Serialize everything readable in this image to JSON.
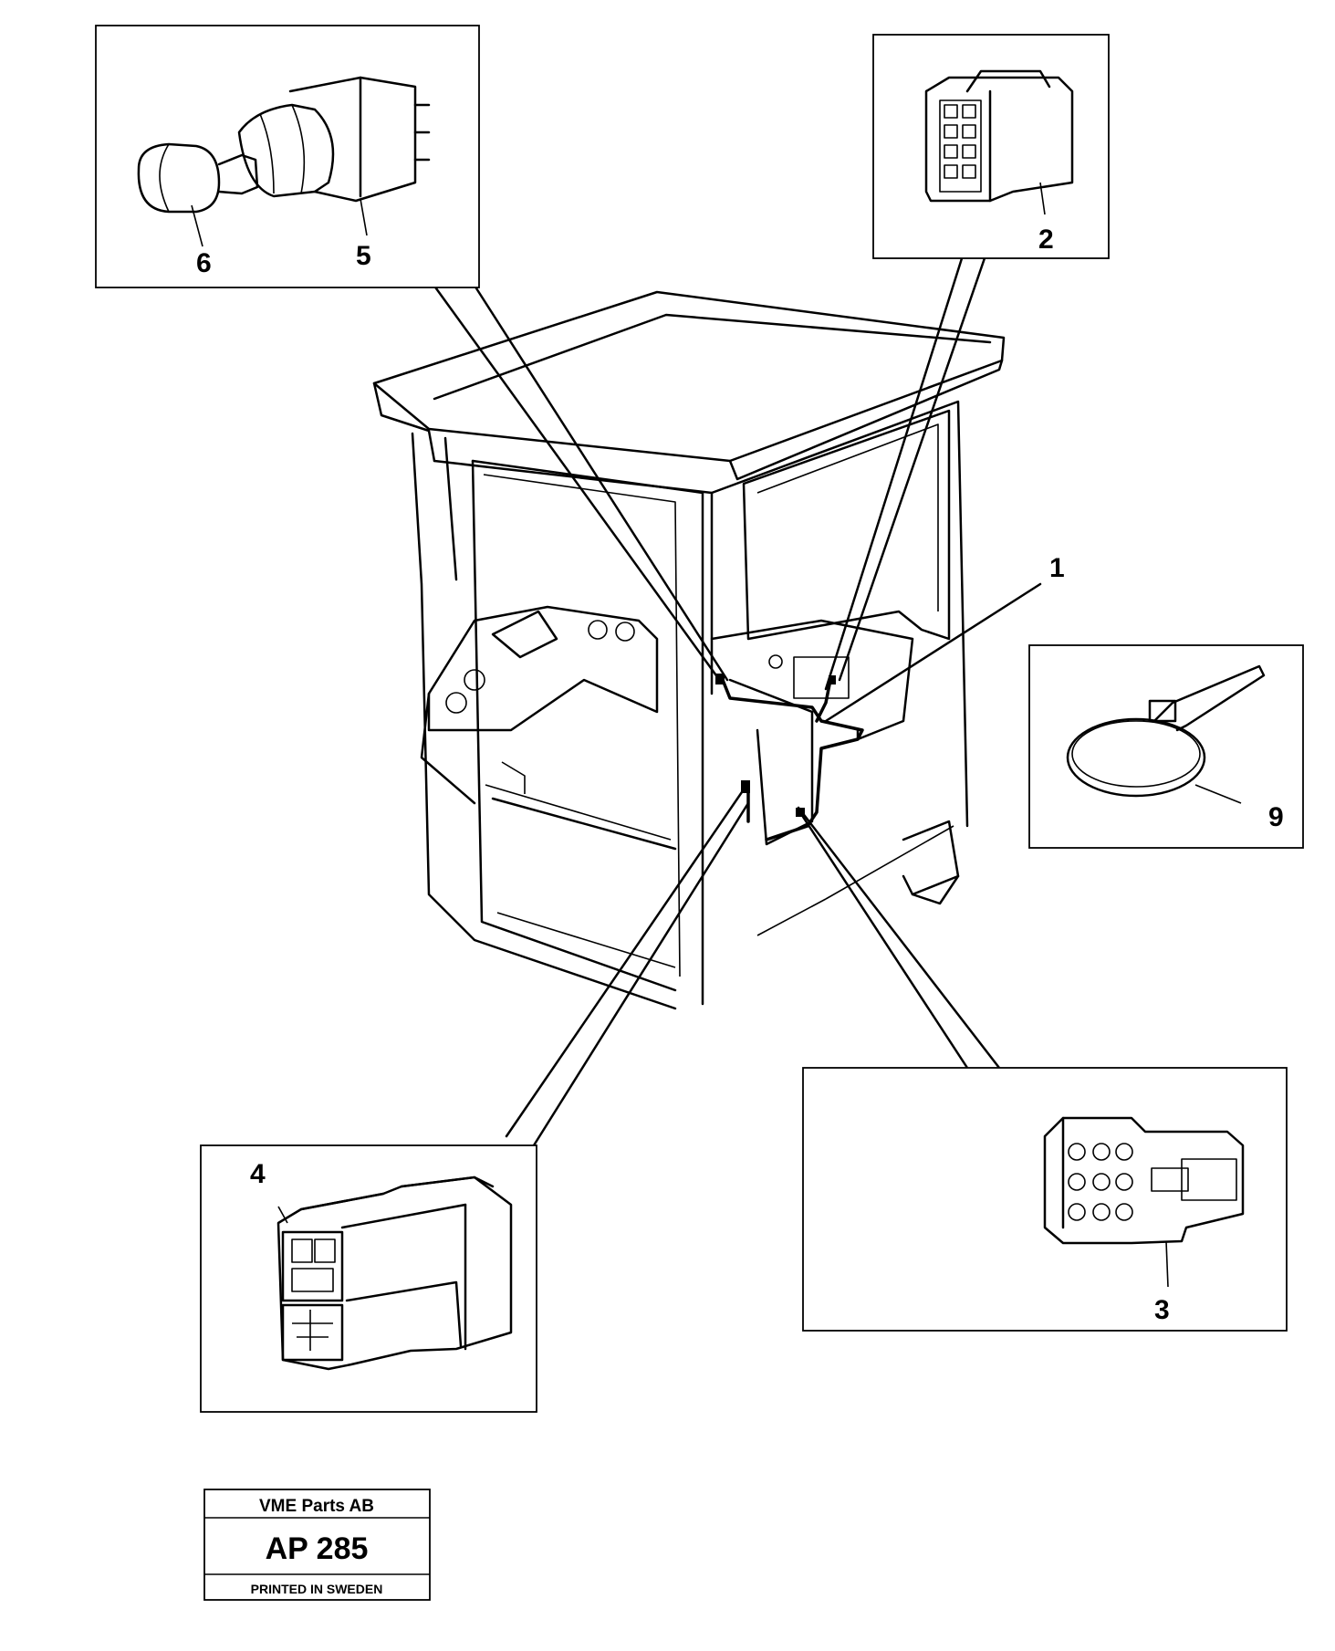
{
  "callouts": {
    "c1": "1",
    "c2": "2",
    "c3": "3",
    "c4": "4",
    "c5": "5",
    "c6": "6",
    "c9": "9"
  },
  "stamp": {
    "company": "VME Parts AB",
    "code": "AP 285",
    "printed": "PRINTED IN SWEDEN"
  },
  "colors": {
    "ink": "#000000",
    "paper": "#ffffff"
  }
}
